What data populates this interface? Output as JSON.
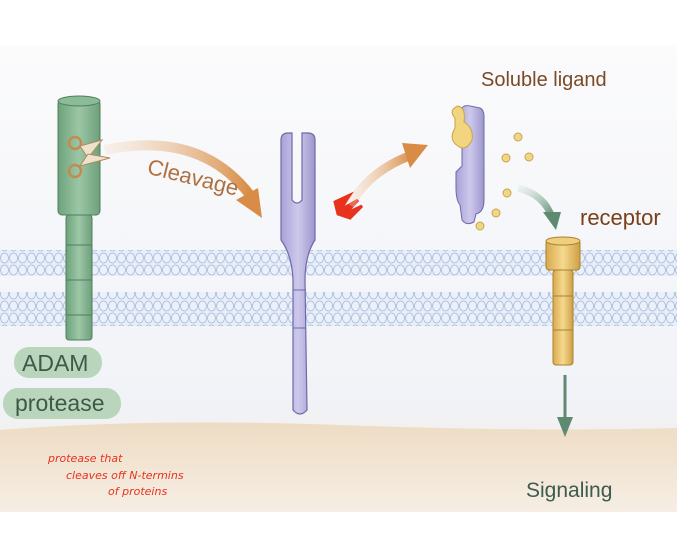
{
  "labels": {
    "cleavage": "Cleavage",
    "soluble_ligand": "Soluble ligand",
    "receptor": "receptor",
    "adam": "ADAM",
    "protease": "protease",
    "signaling": "Signaling"
  },
  "annotation": {
    "line1": "protease that",
    "line2": "cleaves off N-termins",
    "line3": "of proteins"
  },
  "colors": {
    "adam": "#7fb08c",
    "membrane_protein": "#b4b0dc",
    "ligand": "#f0d27a",
    "receptor": "#e3b860",
    "arrow_orange": "#d98c45",
    "arrow_green": "#5e8a72",
    "membrane": "#cfdcf0",
    "annotation": "#e8321e",
    "label_brown": "#7a4a24"
  }
}
